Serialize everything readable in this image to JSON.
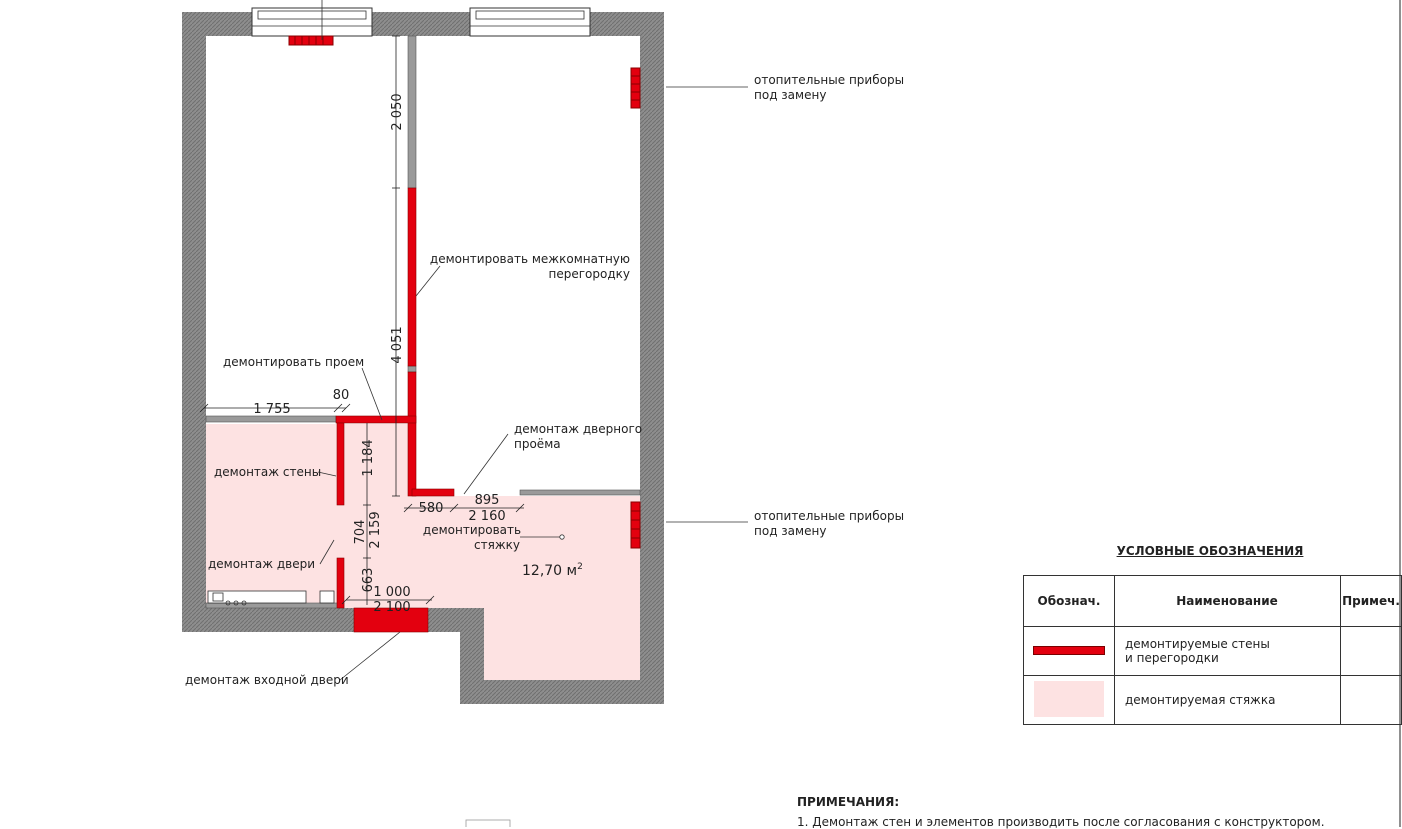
{
  "drawing": {
    "area": "12,70 м",
    "area_sup": "2",
    "dims": {
      "d_2050": "2 050",
      "d_4051": "4 051",
      "d_1755": "1 755",
      "d_80": "80",
      "d_1184": "1 184",
      "d_580": "580",
      "d_895": "895",
      "d_2160": "2 160",
      "d_704": "704",
      "d_2159": "2 159",
      "d_663": "663",
      "d_1000": "1 000",
      "d_2100": "2 100"
    },
    "labels": {
      "heaters_top_1": "отопительные приборы",
      "heaters_top_2": "под замену",
      "partition_1": "демонтировать межкомнатную",
      "partition_2": "перегородку",
      "opening": "демонтировать проем",
      "doorway_1": "демонтаж дверного",
      "doorway_2": "проёма",
      "wall": "демонтаж стены",
      "screed_1": "демонтировать",
      "screed_2": "стяжку",
      "door": "демонтаж двери",
      "entry_door": "демонтаж входной двери",
      "heaters_bottom_1": "отопительные приборы",
      "heaters_bottom_2": "под замену"
    }
  },
  "legend": {
    "title": "УСЛОВНЫЕ ОБОЗНАЧЕНИЯ",
    "headers": [
      "Обознач.",
      "Наименование",
      "Примеч."
    ],
    "rows": [
      {
        "name_1": "демонтируемые стены",
        "name_2": "и перегородки"
      },
      {
        "name_1": "демонтируемая стяжка"
      }
    ]
  },
  "notes": {
    "title": "ПРИМЕЧАНИЯ:",
    "items": [
      "1. Демонтаж стен и элементов производить после согласования с конструктором."
    ]
  },
  "colors": {
    "demolish_wall": "#e3000f",
    "demolish_screed": "#fde2e2",
    "wall": "#8a8a8a"
  }
}
